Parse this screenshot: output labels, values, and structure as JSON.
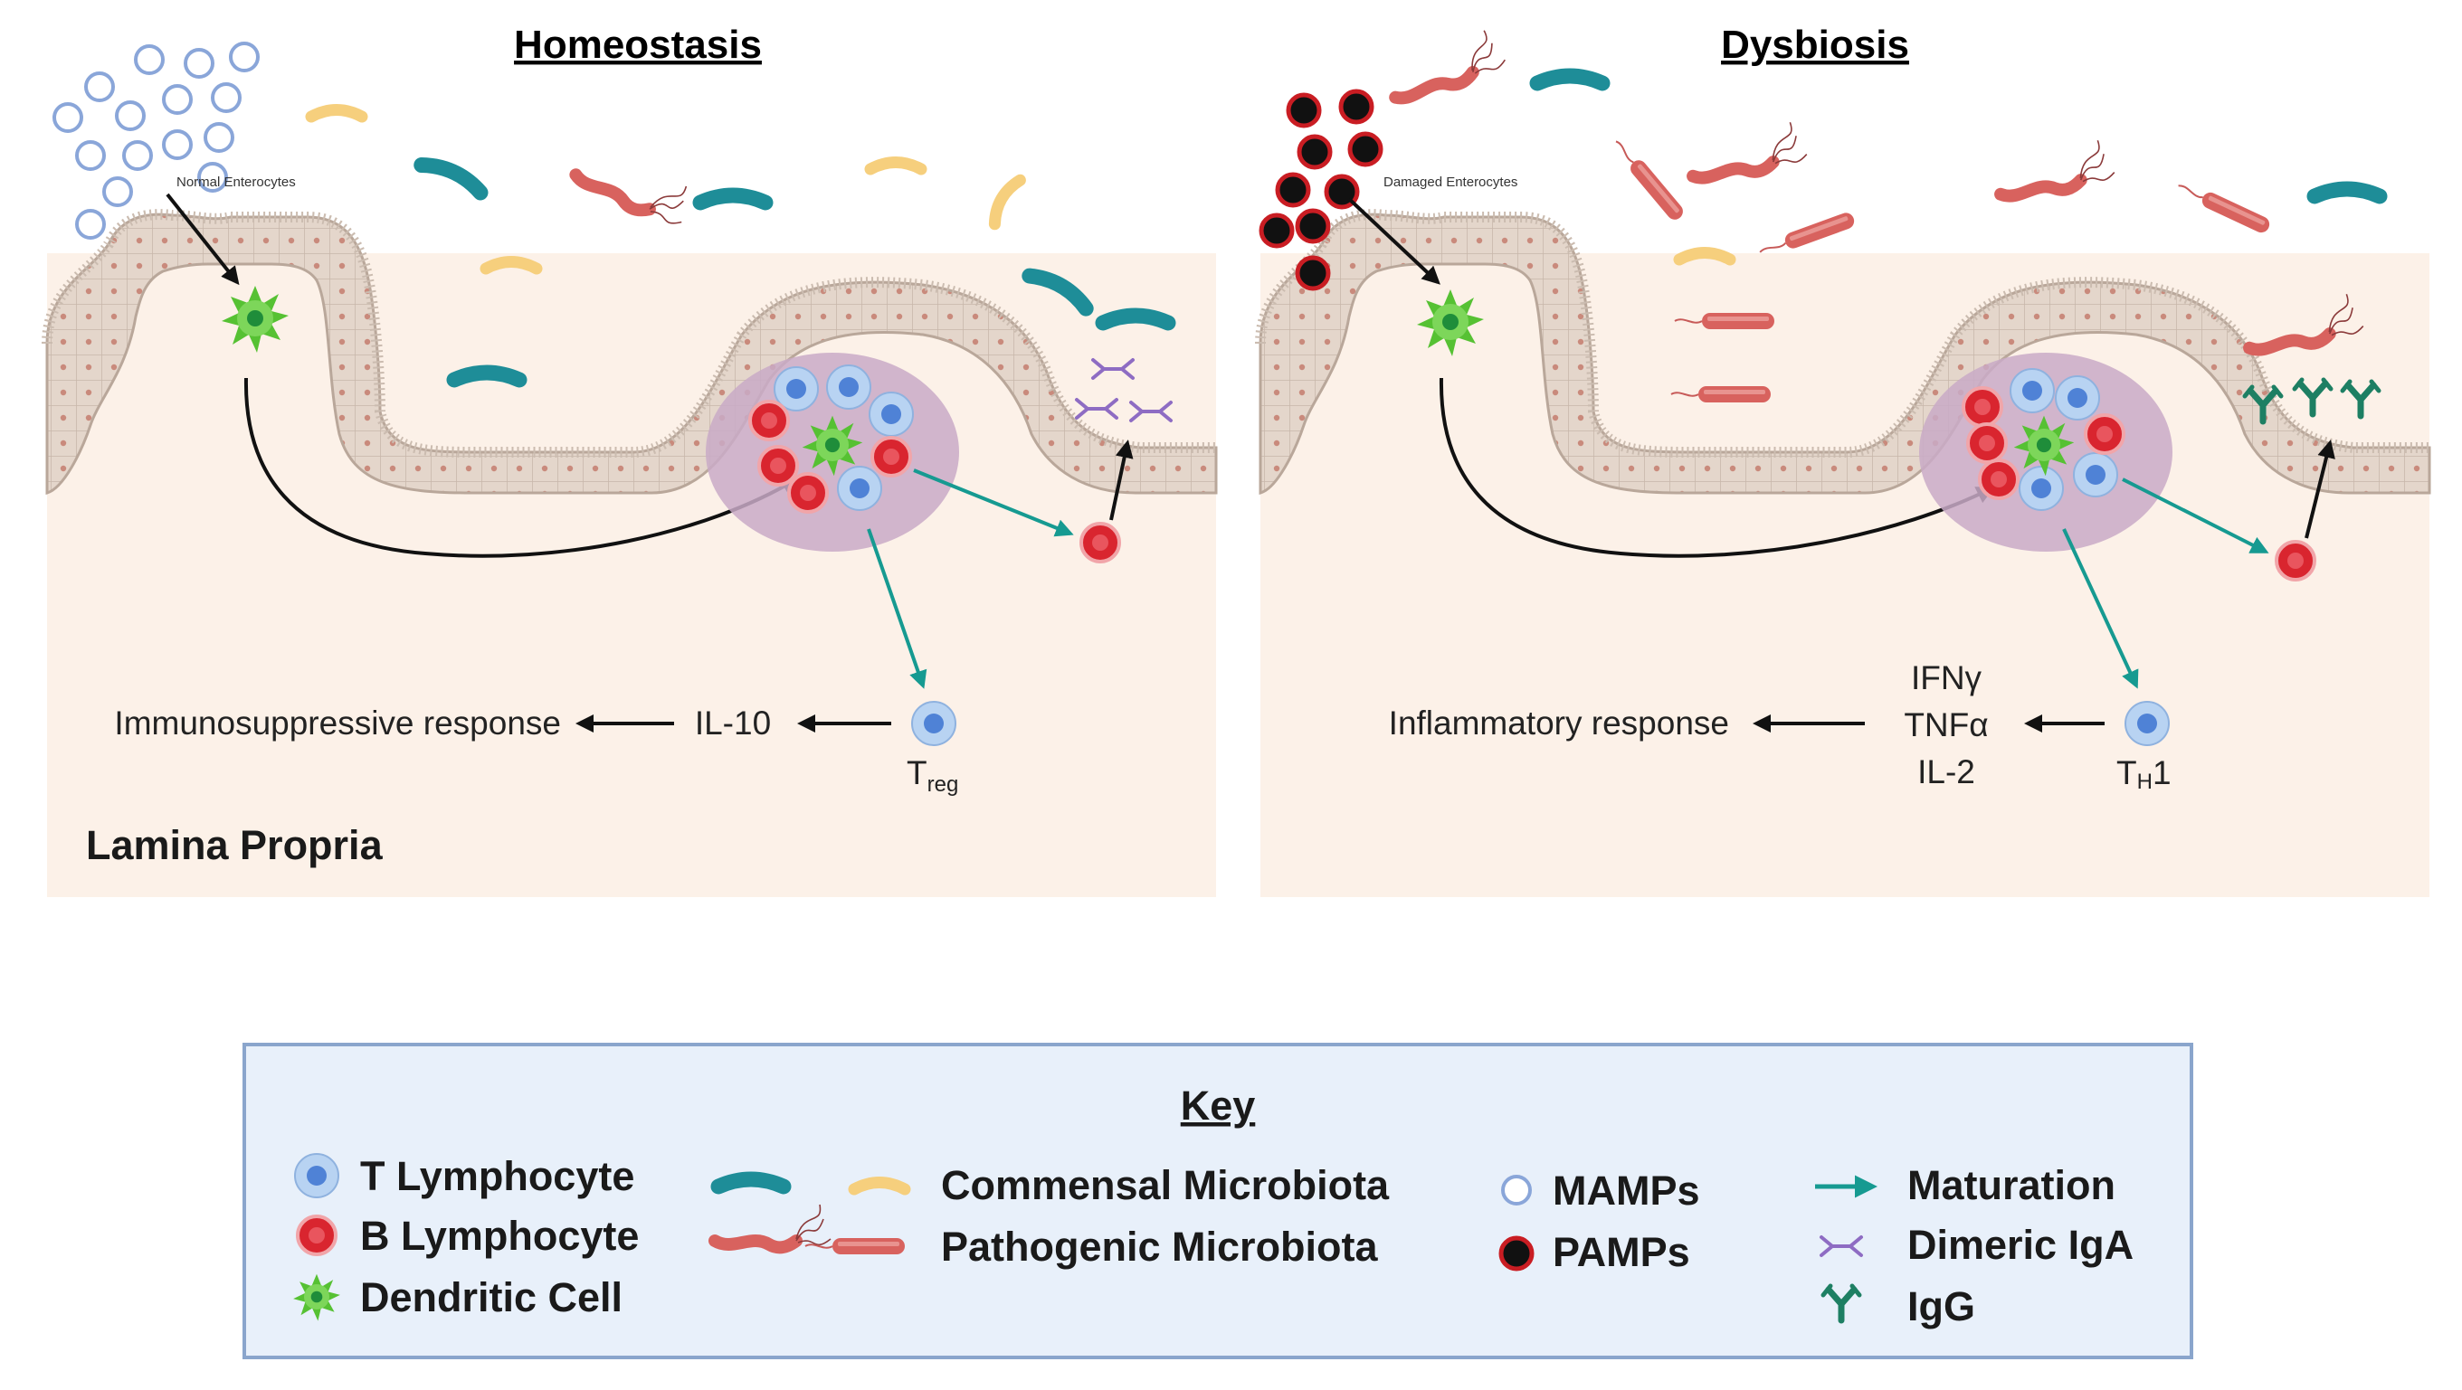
{
  "panels": [
    {
      "title": "Homeostasis",
      "enterocyte_label": "Normal Enterocytes",
      "response_label": "Immunosuppressive response",
      "cytokines": [
        "IL-10"
      ],
      "tcell_label_main": "T",
      "tcell_label_sub": "reg",
      "tcell_label_suffix": "",
      "region_label": "Lamina Propria"
    },
    {
      "title": "Dysbiosis",
      "enterocyte_label": "Damaged Enterocytes",
      "response_label": "Inflammatory response",
      "cytokines": [
        "IFNγ",
        "TNFα",
        "IL-2"
      ],
      "tcell_label_main": "T",
      "tcell_label_sub": "H",
      "tcell_label_suffix": "1",
      "region_label": ""
    }
  ],
  "key": {
    "title": "Key",
    "items": [
      {
        "icon": "t-lymphocyte-icon",
        "label": "T Lymphocyte"
      },
      {
        "icon": "b-lymphocyte-icon",
        "label": "B Lymphocyte"
      },
      {
        "icon": "dendritic-cell-icon",
        "label": "Dendritic Cell"
      },
      {
        "icon": "commensal-microbiota-icon",
        "label": "Commensal Microbiota"
      },
      {
        "icon": "pathogenic-microbiota-icon",
        "label": "Pathogenic Microbiota"
      },
      {
        "icon": "mamps-icon",
        "label": "MAMPs"
      },
      {
        "icon": "pamps-icon",
        "label": "PAMPs"
      },
      {
        "icon": "maturation-arrow-icon",
        "label": "Maturation"
      },
      {
        "icon": "dimeric-iga-icon",
        "label": "Dimeric IgA"
      },
      {
        "icon": "igg-icon",
        "label": "IgG"
      }
    ]
  },
  "colors": {
    "lamina_propria": "#fcf1e8",
    "epithelium": "#e0d2c7",
    "follicle": "#c9aac7",
    "t_cell": "#8fb7e6",
    "b_cell": "#d9252f",
    "dendritic": "#56c133",
    "commensal_teal": "#1e8d98",
    "commensal_yellow": "#f6cf7d",
    "pathogen": "#d8625e",
    "maturation_arrow": "#169a91",
    "key_background": "#e8f0fa",
    "key_border": "#8aa5cc"
  }
}
